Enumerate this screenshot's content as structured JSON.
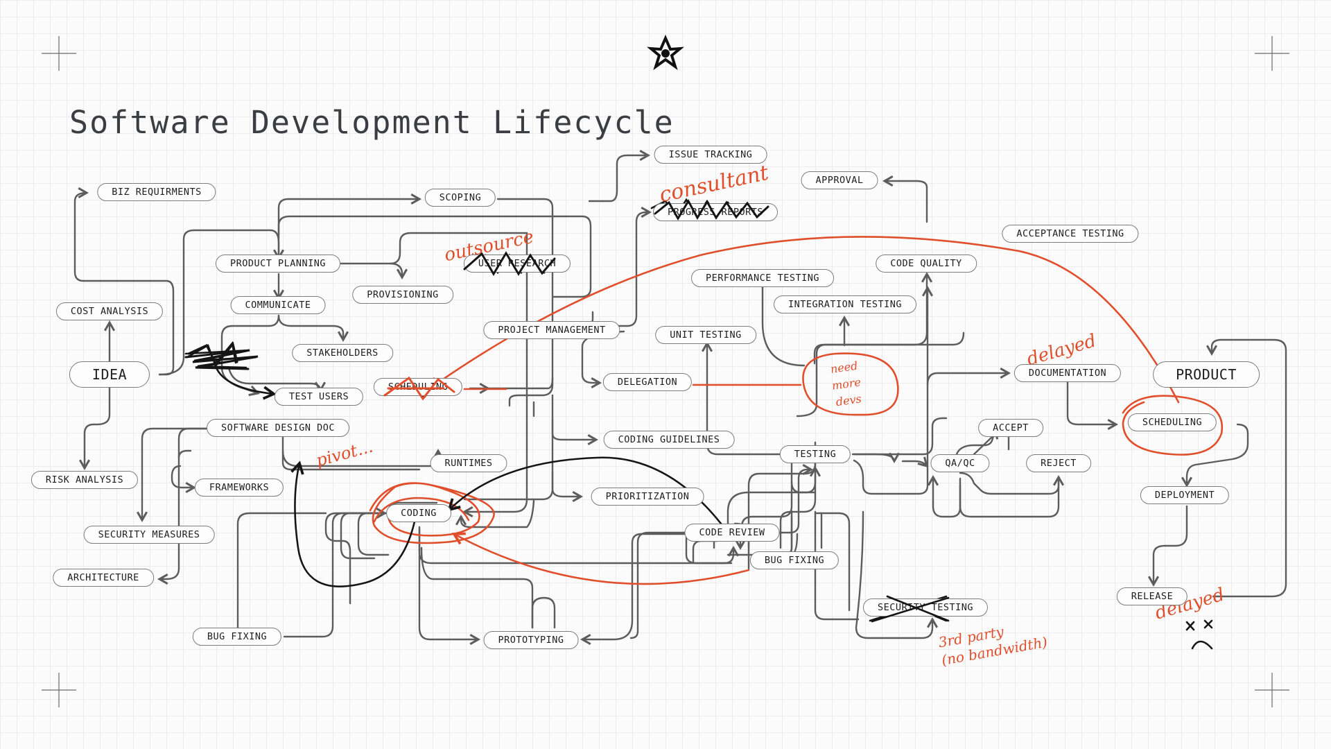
{
  "title": "Software Development Lifecycle",
  "nodes": {
    "idea": "IDEA",
    "product": "PRODUCT",
    "biz_requirements": "BIZ REQUIRMENTS",
    "cost_analysis": "COST ANALYSIS",
    "risk_analysis": "RISK ANALYSIS",
    "product_planning": "PRODUCT PLANNING",
    "communicate": "COMMUNICATE",
    "stakeholders": "STAKEHOLDERS",
    "test_users": "TEST USERS",
    "scoping": "SCOPING",
    "provisioning": "PROVISIONING",
    "user_research": "USER RESEARCH",
    "project_management": "PROJECT MANAGEMENT",
    "scheduling_left": "SCHEDULING",
    "issue_tracking": "ISSUE TRACKING",
    "progress_reports": "PROGRESS REPORTS",
    "approval": "APPROVAL",
    "code_quality": "CODE QUALITY",
    "acceptance_testing": "ACCEPTANCE TESTING",
    "performance_testing": "PERFORMANCE TESTING",
    "integration_testing": "INTEGRATION TESTING",
    "unit_testing": "UNIT TESTING",
    "delegation": "DELEGATION",
    "documentation": "DOCUMENTATION",
    "scheduling_right": "SCHEDULING",
    "software_design_doc": "SOFTWARE DESIGN DOC",
    "runtimes": "RUNTIMES",
    "frameworks": "FRAMEWORKS",
    "security_measures": "SECURITY MEASURES",
    "architecture": "ARCHITECTURE",
    "coding": "CODING",
    "coding_guidelines": "CODING GUIDELINES",
    "prioritization": "PRIORITIZATION",
    "testing": "TESTING",
    "qa_qc": "QA/QC",
    "accept": "ACCEPT",
    "reject": "REJECT",
    "deployment": "DEPLOYMENT",
    "code_review": "CODE REVIEW",
    "bug_fixing_right": "BUG FIXING",
    "bug_fixing_left": "BUG FIXING",
    "prototyping": "PROTOTYPING",
    "security_testing": "SECURITY TESTING",
    "release": "RELEASE"
  },
  "annotations": {
    "consultant": "consultant",
    "outsource": "outsource",
    "need_more_devs": [
      "need",
      "more",
      "devs"
    ],
    "delayed_documentation": "delayed",
    "delayed_release": "delayed",
    "pivot": "pivot...",
    "third_party": [
      "3rd party",
      "(no bandwidth)"
    ]
  },
  "colors": {
    "connector": "#5c5c5c",
    "annotation_red": "#e04e2b",
    "annotation_black": "#151515",
    "node_border": "#7c7c7c",
    "title": "#3a3d42"
  }
}
